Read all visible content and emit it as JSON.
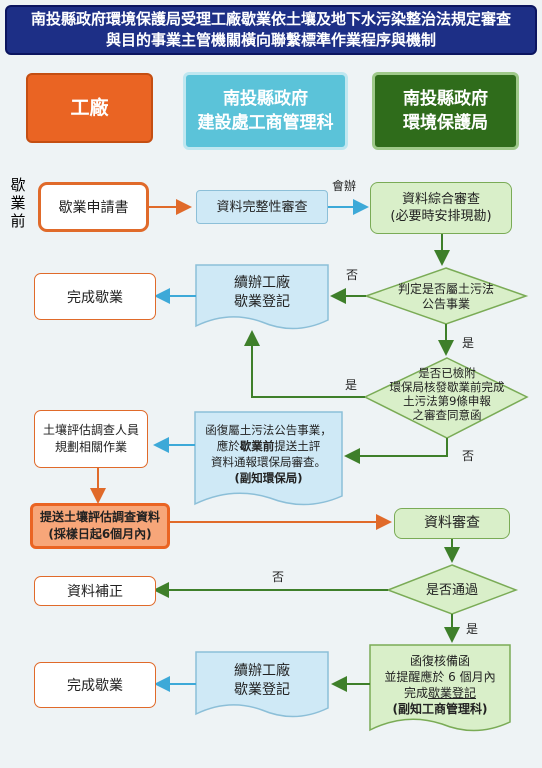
{
  "title": {
    "line1": "南投縣政府環境保護局受理工廠歇業依土壤及地下水污染整治法規定審查",
    "line2": "與目的事業主管機關橫向聯繫標準作業程序與機制"
  },
  "headers": {
    "factory": "工廠",
    "construction_line1": "南投縣政府",
    "construction_line2": "建設處工商管理科",
    "epb_line1": "南投縣政府",
    "epb_line2": "環境保護局"
  },
  "side_label": "歇業前",
  "nodes": {
    "apply": "歇業申請書",
    "completeness": "資料完整性審查",
    "comprehensive_line1": "資料綜合審查",
    "comprehensive_line2": "(必要時安排現勘)",
    "judge_line1": "判定是否屬土污法",
    "judge_line2": "公告事業",
    "continue1_line1": "續辦工廠",
    "continue1_line2": "歇業登記",
    "complete1": "完成歇業",
    "attached_line1": "是否已檢附",
    "attached_line2": "環保局核發歇業前完成",
    "attached_line3": "土污法第9條申報",
    "attached_line4": "之審查同意函",
    "reply_line1": "函復屬土污法公告事業，",
    "reply_line2a": "應於",
    "reply_line2b": "歇業前",
    "reply_line2c": "提送土評",
    "reply_line3": "資料通報環保局審查。",
    "reply_line4": "(副知環保局)",
    "survey_line1": "土壤評估調查人員",
    "survey_line2": "規劃相關作業",
    "submit_line1": "提送土壤評估調查資料",
    "submit_line2": "(採樣日起6個月內)",
    "review": "資料審查",
    "correction": "資料補正",
    "pass": "是否通過",
    "record_line1": "函復核備函",
    "record_line2": "並提醒應於 6 個月內",
    "record_line3a": "完成",
    "record_line3b": "歇業登記",
    "record_line4": "(副知工商管理科)",
    "continue2_line1": "續辦工廠",
    "continue2_line2": "歇業登記",
    "complete2": "完成歇業"
  },
  "edge_labels": {
    "co_handle": "會辦",
    "no1": "否",
    "yes1": "是",
    "yes2": "是",
    "no2": "否",
    "no3": "否",
    "yes3": "是"
  },
  "colors": {
    "factory": "#ea6423",
    "construction": "#5bc3d9",
    "epb": "#2f6c1b",
    "title_bg": "#1d2f86",
    "arrow_orange": "#e06a2a",
    "arrow_blue": "#3da9d8",
    "arrow_green": "#3e7f2a"
  }
}
